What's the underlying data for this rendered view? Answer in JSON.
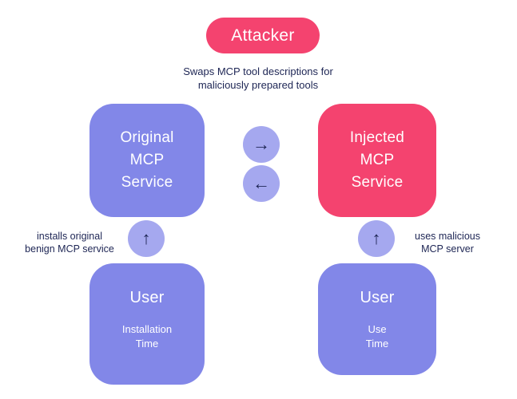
{
  "colors": {
    "pink": "#F4436F",
    "purple": "#8287E8",
    "circle-purple": "#A5A8EF",
    "ink": "#1D2554",
    "background": "#FFFFFF"
  },
  "attacker": {
    "label": "Attacker",
    "description": [
      "Swaps MCP tool descriptions for",
      "maliciously prepared tools"
    ]
  },
  "original_service": {
    "lines": [
      "Original",
      "MCP",
      "Service"
    ]
  },
  "injected_service": {
    "lines": [
      "Injected",
      "MCP",
      "Service"
    ]
  },
  "icons": {
    "arrow_right": "→",
    "arrow_left": "←",
    "arrow_up": "↑"
  },
  "annotations": {
    "left": [
      "installs original",
      "benign MCP service"
    ],
    "right": [
      "uses malicious",
      "MCP server"
    ]
  },
  "user_installation": {
    "title": "User",
    "subtitle": [
      "Installation",
      "Time"
    ]
  },
  "user_use": {
    "title": "User",
    "subtitle": [
      "Use",
      "Time"
    ]
  }
}
